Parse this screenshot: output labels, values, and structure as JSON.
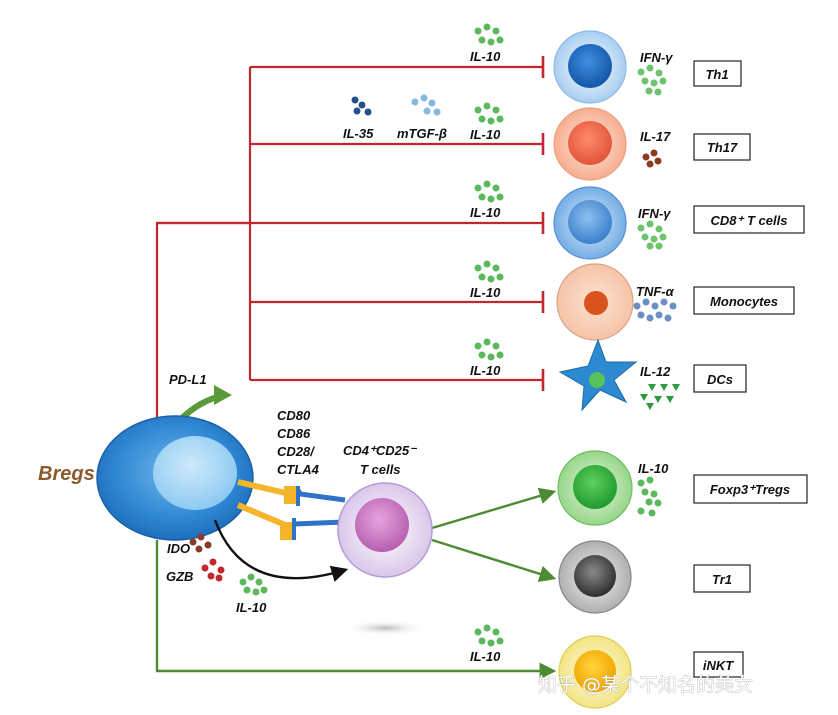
{
  "source_cell": {
    "label": "Bregs",
    "label_color": "#8a5a2b"
  },
  "ligands": {
    "pd_l1": "PD-L1",
    "costim_line1": "CD80",
    "costim_line2": "CD86",
    "costim_line3": "CD28/",
    "costim_line4": "CTLA4"
  },
  "secreted": {
    "ido": "IDO",
    "gzb": "GZB",
    "il10_bottom": "IL-10",
    "il35": "IL-35",
    "mtgfb": "mTGF-β"
  },
  "target_cell": {
    "line1": "CD4⁺CD25⁻",
    "line2": "T cells"
  },
  "inhibited_targets": [
    {
      "cytokine_in": "IL-10",
      "cytokine_out": "IFN-γ",
      "name": "Th1"
    },
    {
      "cytokine_in": "IL-10",
      "cytokine_out": "IL-17",
      "name": "Th17"
    },
    {
      "cytokine_in": "IL-10",
      "cytokine_out": "IFN-γ",
      "name": "CD8⁺ T cells"
    },
    {
      "cytokine_in": "IL-10",
      "cytokine_out": "TNF-α",
      "name": "Monocytes"
    },
    {
      "cytokine_in": "IL-10",
      "cytokine_out": "IL-12",
      "name": "DCs"
    }
  ],
  "induced_targets": [
    {
      "cytokine_out": "IL-10",
      "name": "Foxp3⁺Tregs"
    },
    {
      "cytokine_out": "",
      "name": "Tr1"
    },
    {
      "cytokine_in": "IL-10",
      "name": "iNKT"
    }
  ],
  "colors": {
    "inhibit_line": "#c0282e",
    "induce_line": "#4e8a34",
    "il10_dots": "#5cb85c",
    "ifn_dots": "#6dc46d",
    "il17_dots": "#8b3a20",
    "tnf_dots": "#6b8fc4",
    "il12_triangles": "#2a9a3a",
    "il35_dots": "#244f8c",
    "mtgfb_dots": "#86b7dd"
  },
  "watermark": "知乎 @某个不知名的美女"
}
